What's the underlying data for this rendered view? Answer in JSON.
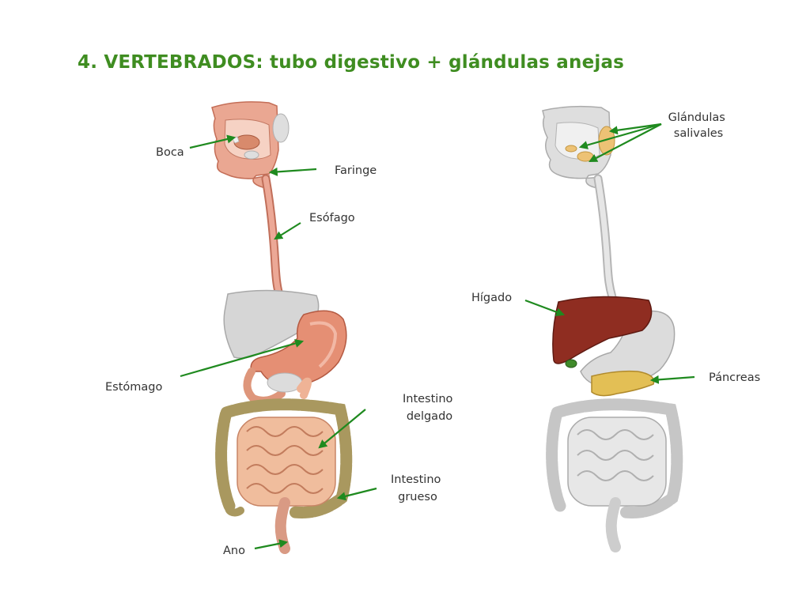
{
  "title": "4. VERTEBRADOS: tubo digestivo + glándulas anejas",
  "colors": {
    "title": "#3f8d21",
    "arrow": "#1f8a1f",
    "label": "#333333",
    "tract": "#e9a08a",
    "intestine": "#e8b08e",
    "colon": "#b2a16a",
    "liver": "#8f2d21",
    "pancreas": "#e3bf55",
    "salivary": "#edc275",
    "gray_organ": "#d3d3d3"
  },
  "labels": {
    "boca": "Boca",
    "faringe": "Faringe",
    "esofago": "Esófago",
    "estomago": "Estómago",
    "intestino_delgado": [
      "Intestino",
      "delgado"
    ],
    "intestino_grueso": [
      "Intestino",
      "grueso"
    ],
    "ano": "Ano",
    "glandulas_salivales": [
      "Glándulas",
      "salivales"
    ],
    "higado": "Hígado",
    "pancreas": "Páncreas"
  }
}
